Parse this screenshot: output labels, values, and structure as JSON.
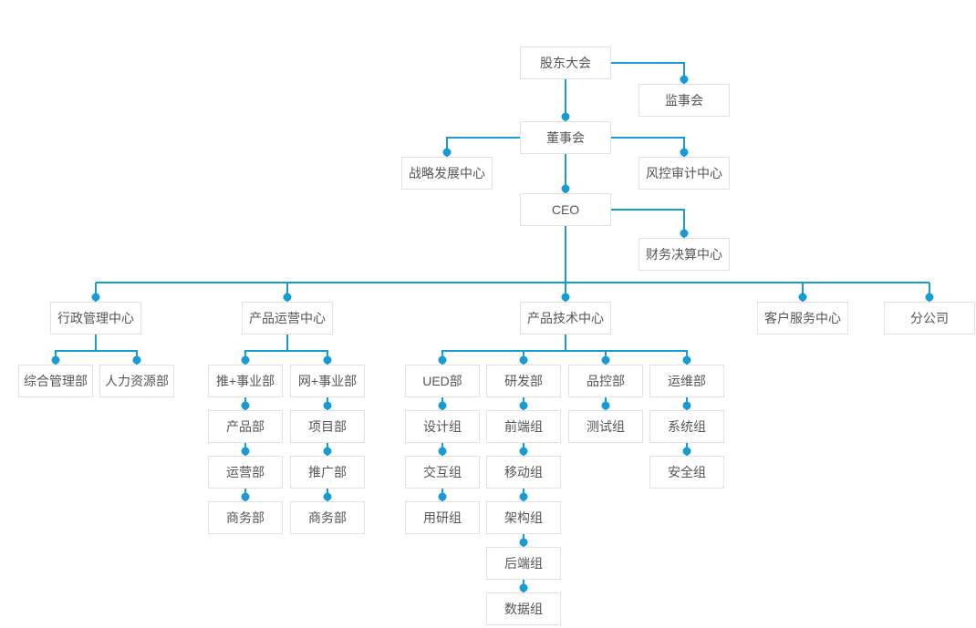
{
  "colors": {
    "connector": "#169bd5",
    "box_border": "#e1e1e1",
    "box_bg": "#ffffff",
    "box_text": "#555555"
  },
  "nodes": {
    "shareholders_meeting": {
      "label": "股东大会"
    },
    "supervisory_board": {
      "label": "监事会"
    },
    "board_of_directors": {
      "label": "董事会"
    },
    "strategy_center": {
      "label": "战略发展中心"
    },
    "risk_audit_center": {
      "label": "风控审计中心"
    },
    "ceo": {
      "label": "CEO"
    },
    "finance_center": {
      "label": "财务决算中心"
    },
    "admin_center": {
      "label": "行政管理中心"
    },
    "product_ops_center": {
      "label": "产品运营中心"
    },
    "product_tech_center": {
      "label": "产品技术中心"
    },
    "customer_service_center": {
      "label": "客户服务中心"
    },
    "branch_company": {
      "label": "分公司"
    },
    "general_mgmt_dept": {
      "label": "综合管理部"
    },
    "hr_dept": {
      "label": "人力资源部"
    },
    "tui_business_dept": {
      "label": "推+事业部"
    },
    "product_dept": {
      "label": "产品部"
    },
    "operations_dept": {
      "label": "运营部"
    },
    "business_dept_tui": {
      "label": "商务部"
    },
    "wang_business_dept": {
      "label": "网+事业部"
    },
    "project_dept": {
      "label": "项目部"
    },
    "promotion_dept": {
      "label": "推广部"
    },
    "business_dept_wang": {
      "label": "商务部"
    },
    "ued_dept": {
      "label": "UED部"
    },
    "design_group": {
      "label": "设计组"
    },
    "interaction_group": {
      "label": "交互组"
    },
    "user_research_group": {
      "label": "用研组"
    },
    "rd_dept": {
      "label": "研发部"
    },
    "frontend_group": {
      "label": "前端组"
    },
    "mobile_group": {
      "label": "移动组"
    },
    "architecture_group": {
      "label": "架构组"
    },
    "backend_group": {
      "label": "后端组"
    },
    "data_group": {
      "label": "数据组"
    },
    "qc_dept": {
      "label": "品控部"
    },
    "testing_group": {
      "label": "测试组"
    },
    "ops_maintenance_dept": {
      "label": "运维部"
    },
    "system_group": {
      "label": "系统组"
    },
    "security_group": {
      "label": "安全组"
    }
  },
  "edges": [
    [
      "shareholders_meeting",
      "supervisory_board"
    ],
    [
      "shareholders_meeting",
      "board_of_directors"
    ],
    [
      "board_of_directors",
      "strategy_center"
    ],
    [
      "board_of_directors",
      "risk_audit_center"
    ],
    [
      "board_of_directors",
      "ceo"
    ],
    [
      "ceo",
      "finance_center"
    ],
    [
      "ceo",
      "admin_center"
    ],
    [
      "ceo",
      "product_ops_center"
    ],
    [
      "ceo",
      "product_tech_center"
    ],
    [
      "ceo",
      "customer_service_center"
    ],
    [
      "ceo",
      "branch_company"
    ],
    [
      "admin_center",
      "general_mgmt_dept"
    ],
    [
      "admin_center",
      "hr_dept"
    ],
    [
      "product_ops_center",
      "tui_business_dept"
    ],
    [
      "product_ops_center",
      "wang_business_dept"
    ],
    [
      "tui_business_dept",
      "product_dept"
    ],
    [
      "product_dept",
      "operations_dept"
    ],
    [
      "operations_dept",
      "business_dept_tui"
    ],
    [
      "wang_business_dept",
      "project_dept"
    ],
    [
      "project_dept",
      "promotion_dept"
    ],
    [
      "promotion_dept",
      "business_dept_wang"
    ],
    [
      "product_tech_center",
      "ued_dept"
    ],
    [
      "product_tech_center",
      "rd_dept"
    ],
    [
      "product_tech_center",
      "qc_dept"
    ],
    [
      "product_tech_center",
      "ops_maintenance_dept"
    ],
    [
      "ued_dept",
      "design_group"
    ],
    [
      "design_group",
      "interaction_group"
    ],
    [
      "interaction_group",
      "user_research_group"
    ],
    [
      "rd_dept",
      "frontend_group"
    ],
    [
      "frontend_group",
      "mobile_group"
    ],
    [
      "mobile_group",
      "architecture_group"
    ],
    [
      "architecture_group",
      "backend_group"
    ],
    [
      "backend_group",
      "data_group"
    ],
    [
      "qc_dept",
      "testing_group"
    ],
    [
      "ops_maintenance_dept",
      "system_group"
    ],
    [
      "system_group",
      "security_group"
    ]
  ]
}
